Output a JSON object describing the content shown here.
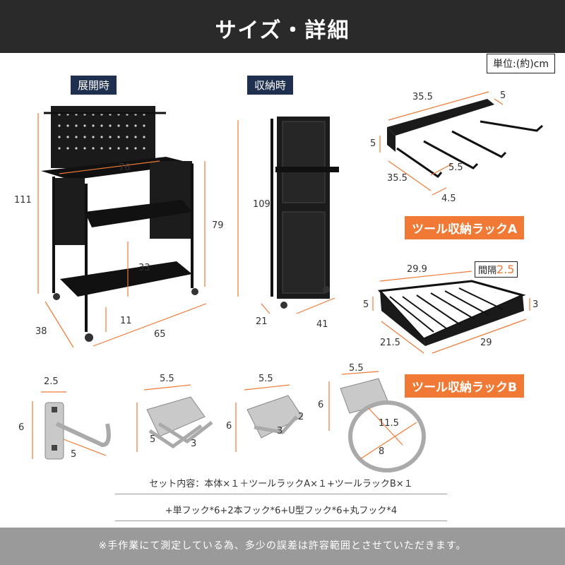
{
  "header": {
    "title": "サイズ・詳細"
  },
  "unit_label": "単位:(約)cm",
  "badges": {
    "expanded": "展開時",
    "folded": "収納時",
    "rack_a": "ツール収納ラックA",
    "rack_b": "ツール収納ラックB"
  },
  "cart_dims": {
    "height_total": "111",
    "width_top": "76",
    "height_side": "79",
    "shelf_gap": "33",
    "depth": "38",
    "width": "65",
    "bottom_clear": "11"
  },
  "folded_dims": {
    "height": "109",
    "depth": "21",
    "width": "41"
  },
  "rack_a_dims": {
    "length": "35.5",
    "end": "5",
    "height": "5",
    "depth": "35.5",
    "gap": "5.5",
    "inner": "4.5"
  },
  "rack_b_dims": {
    "top_length": "29.9",
    "interval_label": "間隔",
    "interval_value": "2.5",
    "height_left": "5",
    "height_right": "3",
    "depth": "21.5",
    "length": "29"
  },
  "hook_single": {
    "top": "2.5",
    "height": "6",
    "length": "5"
  },
  "hook_double": {
    "top": "5.5",
    "height": "5",
    "length": "3"
  },
  "hook_u": {
    "top": "5.5",
    "height": "6",
    "length": "3",
    "width": "2"
  },
  "hook_ring": {
    "top": "5.5",
    "height": "6",
    "diag": "11.5",
    "diameter": "8"
  },
  "set_contents": {
    "line1": "セット内容：本体×１＋ツールラックA×１+ツールラックB×１",
    "line2": "+単フック*6+2本フック*6+U型フック*6+丸フック*4"
  },
  "footnote": "※手作業にて測定している為、多少の誤差は許容範囲とさせていただきます。",
  "colors": {
    "header_bg": "#2a2a2a",
    "badge_dark": "#1f2f4f",
    "accent": "#f07a35"
  }
}
